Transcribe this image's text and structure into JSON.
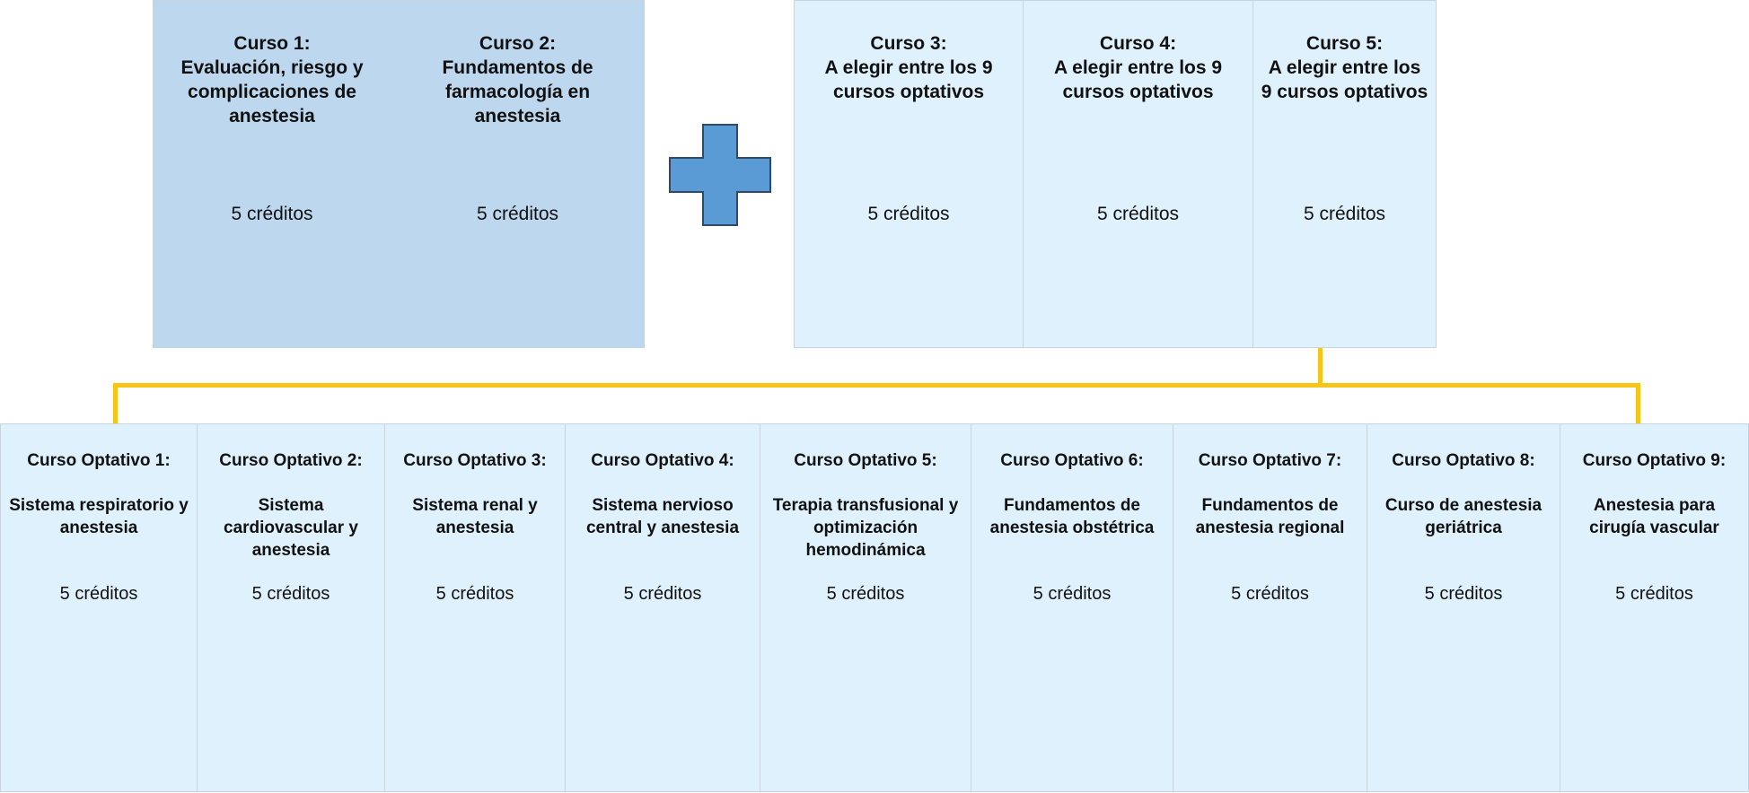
{
  "core_courses": [
    {
      "title": "Curso 1:\nEvaluación, riesgo y complicaciones de anestesia",
      "credits": "5 créditos"
    },
    {
      "title": "Curso 2:\nFundamentos de farmacología en anestesia",
      "credits": "5 créditos"
    }
  ],
  "elective_slots": [
    {
      "title": "Curso 3:\nA elegir entre los 9 cursos optativos",
      "credits": "5 créditos"
    },
    {
      "title": "Curso 4:\nA elegir entre los 9 cursos optativos",
      "credits": "5 créditos"
    },
    {
      "title": "Curso 5:\nA elegir entre los 9 cursos optativos",
      "credits": "5 créditos"
    }
  ],
  "optional_courses": [
    {
      "heading": "Curso Optativo 1:",
      "name": "Sistema respiratorio y anestesia",
      "credits": "5 créditos"
    },
    {
      "heading": "Curso Optativo 2:",
      "name": "Sistema cardiovascular y anestesia",
      "credits": "5 créditos"
    },
    {
      "heading": "Curso Optativo 3:",
      "name": "Sistema renal y anestesia",
      "credits": "5 créditos"
    },
    {
      "heading": "Curso Optativo 4:",
      "name": "Sistema nervioso central y anestesia",
      "credits": "5 créditos"
    },
    {
      "heading": "Curso Optativo 5:",
      "name": "Terapia transfusional y optimización hemodinámica",
      "credits": "5 créditos"
    },
    {
      "heading": "Curso Optativo 6:",
      "name": "Fundamentos de anestesia obstétrica",
      "credits": "5 créditos"
    },
    {
      "heading": "Curso Optativo 7:",
      "name": "Fundamentos de anestesia regional",
      "credits": "5 créditos"
    },
    {
      "heading": "Curso Optativo 8:",
      "name": "Curso de anestesia geriátrica",
      "credits": "5 créditos"
    },
    {
      "heading": "Curso Optativo 9:",
      "name": "Anestesia para cirugía vascular",
      "credits": "5 créditos"
    }
  ],
  "colors": {
    "core_fill": "#bdd7ee",
    "elective_fill": "#dff1fc",
    "plus_fill": "#5b9bd5",
    "connector": "#f5c518"
  },
  "icons": {
    "plus": "plus-icon"
  }
}
